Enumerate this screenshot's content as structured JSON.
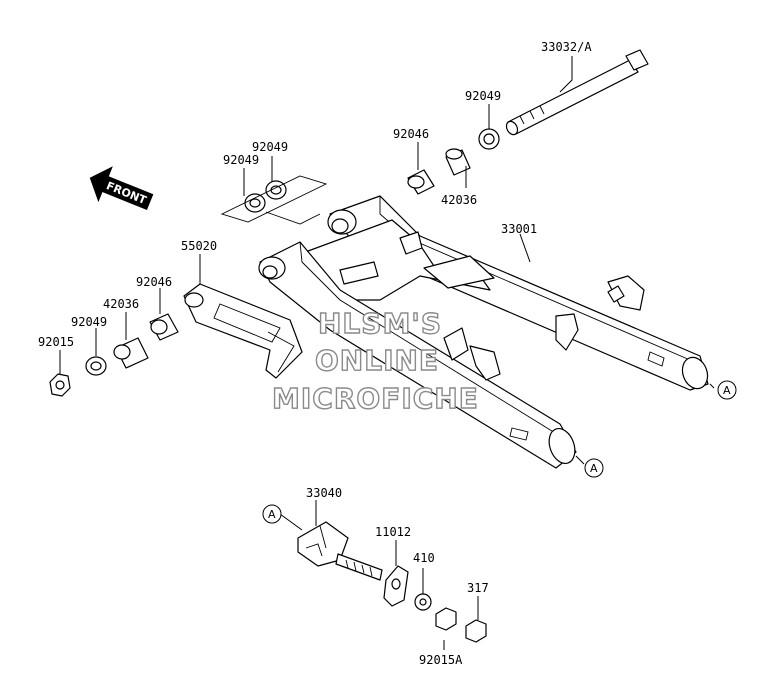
{
  "parts": {
    "p33032a": "33032/A",
    "p92049_top": "92049",
    "p92046_top": "92046",
    "p42036_top": "42036",
    "p92049_mid_a": "92049",
    "p92049_mid_b": "92049",
    "p33001": "33001",
    "p55020": "55020",
    "p92046_left": "92046",
    "p42036_left": "42036",
    "p92049_left": "92049",
    "p92015": "92015",
    "p33040": "33040",
    "p11012": "11012",
    "p410": "410",
    "p317": "317",
    "p92015a": "92015A"
  },
  "refs": {
    "a1": "A",
    "a2": "A",
    "a3": "A"
  },
  "front_arrow": "FRONT",
  "watermark": {
    "line1": "HLSM'S",
    "line2": "ONLINE",
    "line3": "MICROFICHE"
  }
}
